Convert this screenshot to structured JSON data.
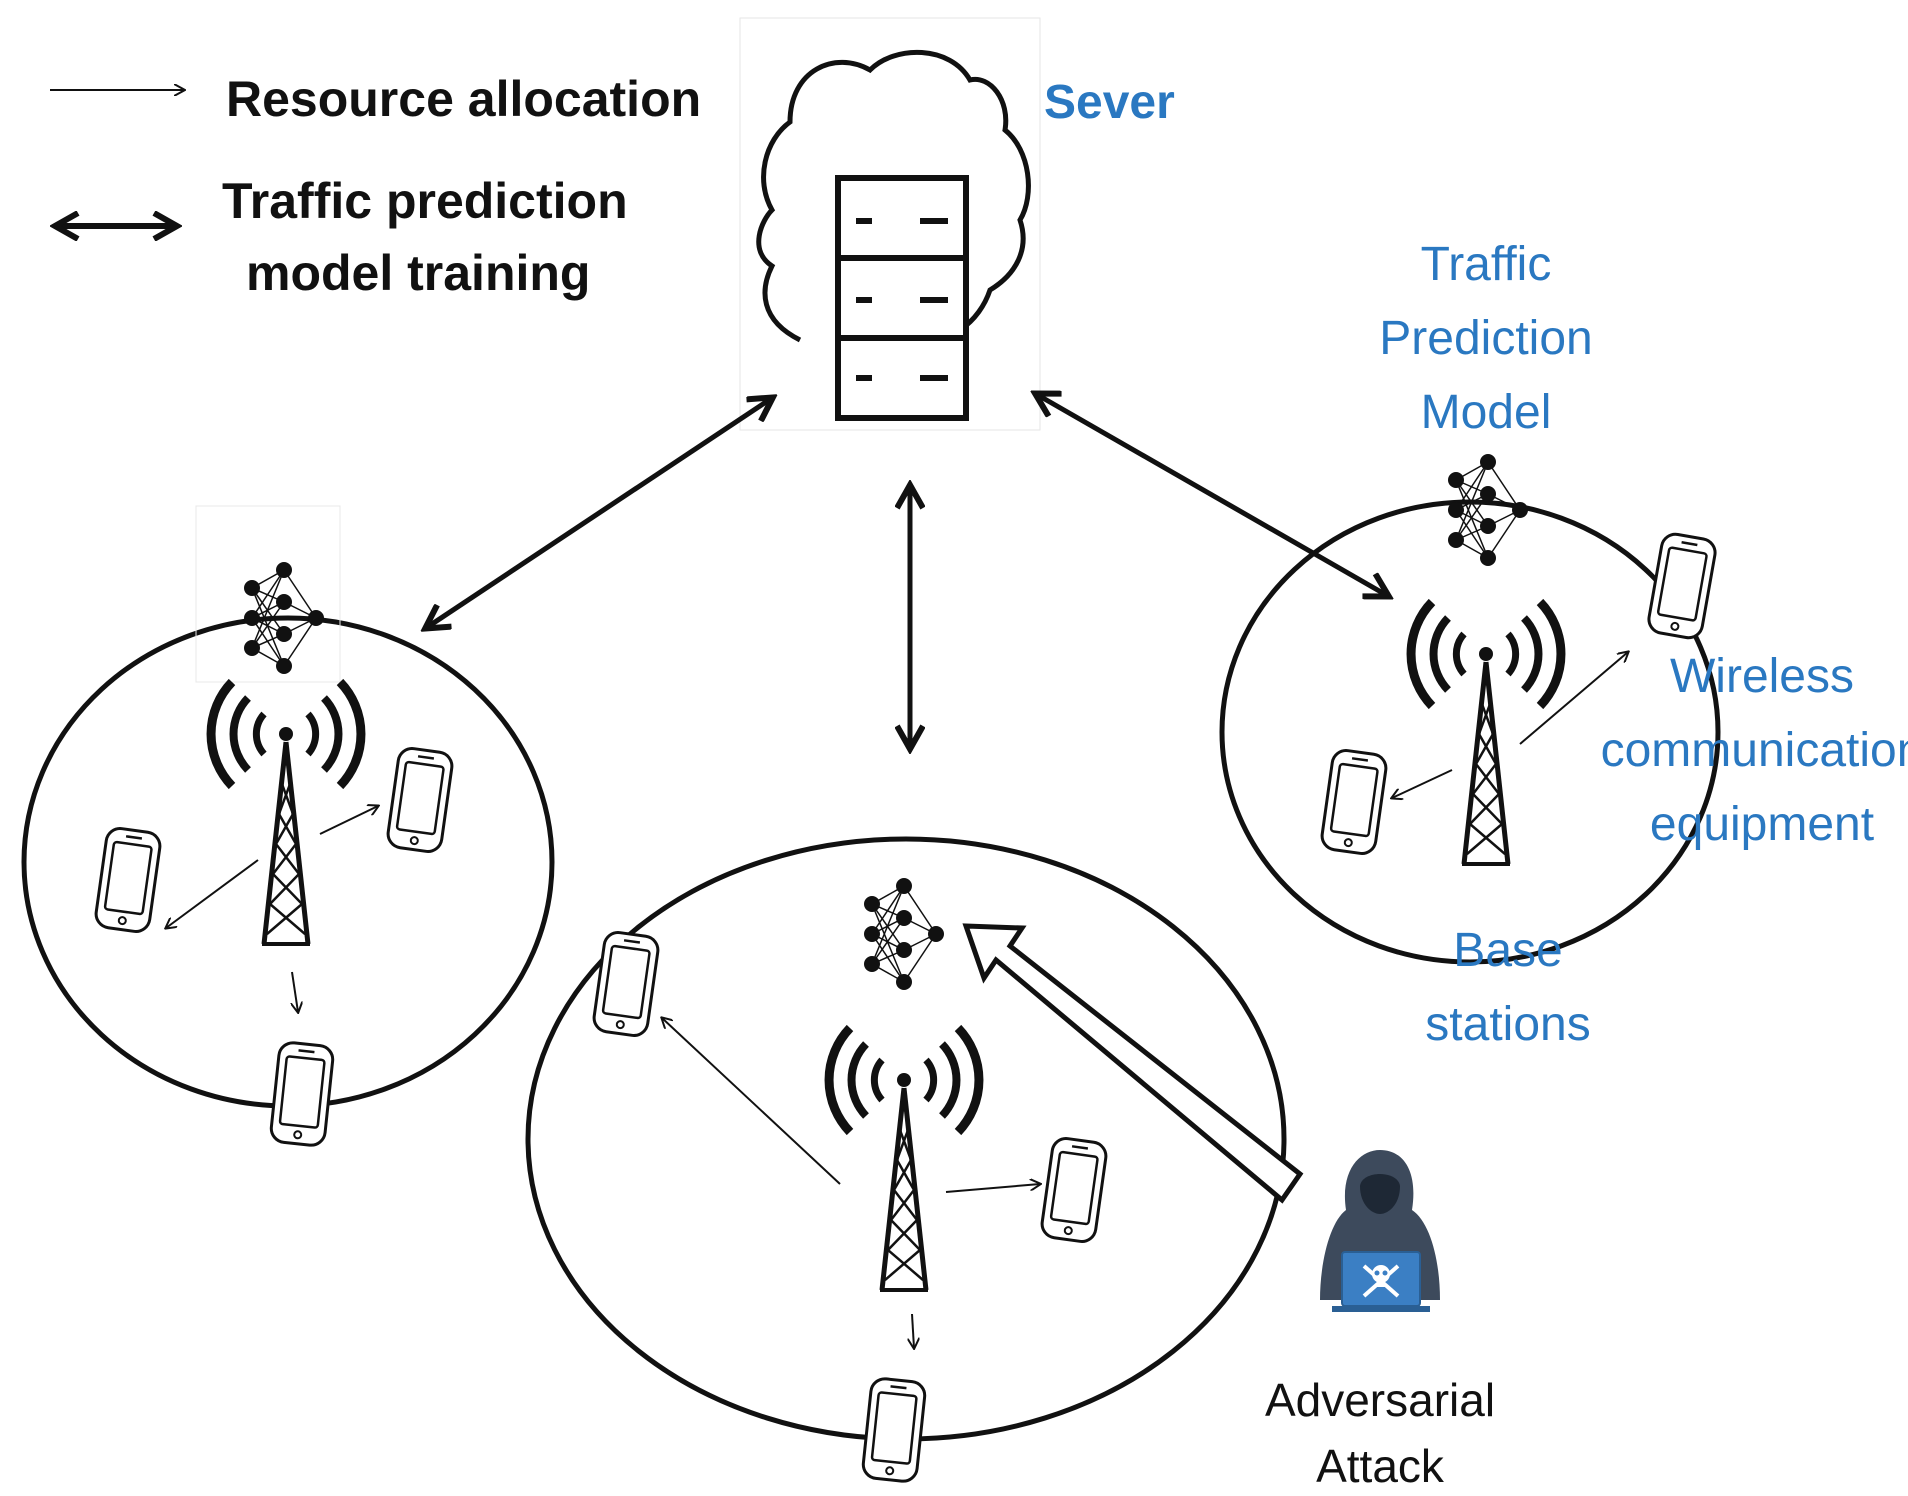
{
  "legend": {
    "thin_arrow_label": "Resource allocation",
    "thick_arrow_label_line1": "Traffic prediction",
    "thick_arrow_label_line2": "model training"
  },
  "labels": {
    "server": "Sever",
    "traffic_model_line1": "Traffic",
    "traffic_model_line2": "Prediction",
    "traffic_model_line3": "Model",
    "wireless_line1": "Wireless",
    "wireless_line2": "communication",
    "wireless_line3": "equipment",
    "base_line1": "Base",
    "base_line2": "stations",
    "attack_line1": "Adversarial",
    "attack_line2": "Attack"
  },
  "icons": {
    "server": "cloud-server-icon",
    "tower": "cell-tower-icon",
    "phone": "smartphone-icon",
    "network": "neural-network-icon",
    "attacker": "hacker-icon"
  },
  "colors": {
    "label_blue": "#2a78c1",
    "line": "#111111",
    "hacker": "#3d4a5c",
    "hacker_laptop": "#3b7fc4"
  }
}
